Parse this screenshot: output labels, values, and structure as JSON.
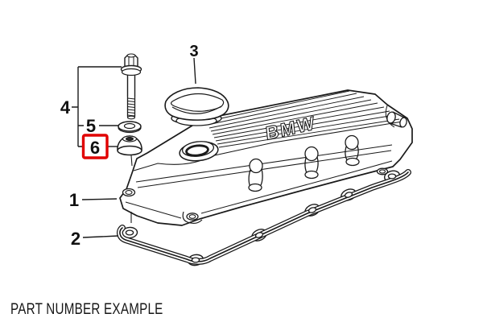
{
  "caption": "PART NUMBER EXAMPLE",
  "diagram": {
    "type": "exploded-parts-diagram",
    "subject": "engine valve cover assembly",
    "cover_lettering": "BMW",
    "highlight_color": "#e10000",
    "line_color": "#1a1a1a",
    "background_color": "#ffffff",
    "callouts": [
      {
        "label": "1",
        "highlighted": false
      },
      {
        "label": "2",
        "highlighted": false
      },
      {
        "label": "3",
        "highlighted": false
      },
      {
        "label": "4",
        "highlighted": false
      },
      {
        "label": "5",
        "highlighted": false
      },
      {
        "label": "6",
        "highlighted": true
      }
    ]
  }
}
